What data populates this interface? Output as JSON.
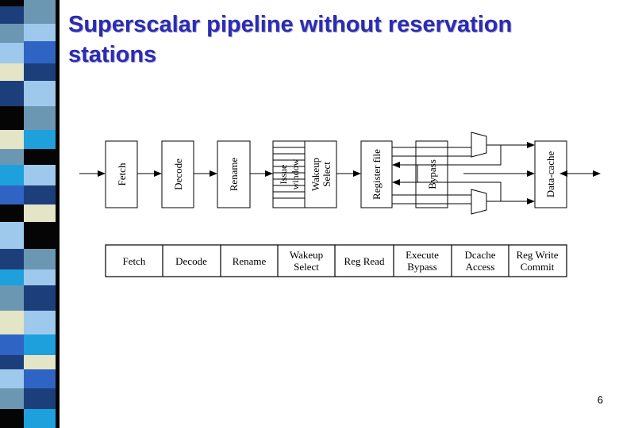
{
  "slide": {
    "title": "Superscalar pipeline without reservation stations",
    "page_number": "6"
  },
  "strip_colors": {
    "navy": "#1c3f7c",
    "teal": "#6b97b3",
    "light_blue": "#9ec9ec",
    "cyan": "#1ea0dc",
    "cream": "#e4e4c6",
    "black": "#050505",
    "blue": "#2f64c4"
  },
  "diagram": {
    "blocks": [
      {
        "id": "fetch",
        "label": "Fetch"
      },
      {
        "id": "decode",
        "label": "Decode"
      },
      {
        "id": "rename",
        "label": "Rename"
      },
      {
        "id": "issue_window",
        "label_lines": [
          "Issue",
          "window"
        ]
      },
      {
        "id": "wakeup_select",
        "label_lines": [
          "Wakeup",
          "Select"
        ]
      },
      {
        "id": "register_file",
        "label": "Register file"
      },
      {
        "id": "bypass",
        "label": "Bypass"
      },
      {
        "id": "data_cache",
        "label": "Data-cache"
      }
    ],
    "functional_units": [
      "alu-top",
      "alu-bottom"
    ]
  },
  "stage_table": {
    "stages": [
      [
        "Fetch"
      ],
      [
        "Decode"
      ],
      [
        "Rename"
      ],
      [
        "Wakeup",
        "Select"
      ],
      [
        "Reg Read"
      ],
      [
        "Execute",
        "Bypass"
      ],
      [
        "Dcache",
        "Access"
      ],
      [
        "Reg Write",
        "Commit"
      ]
    ]
  }
}
